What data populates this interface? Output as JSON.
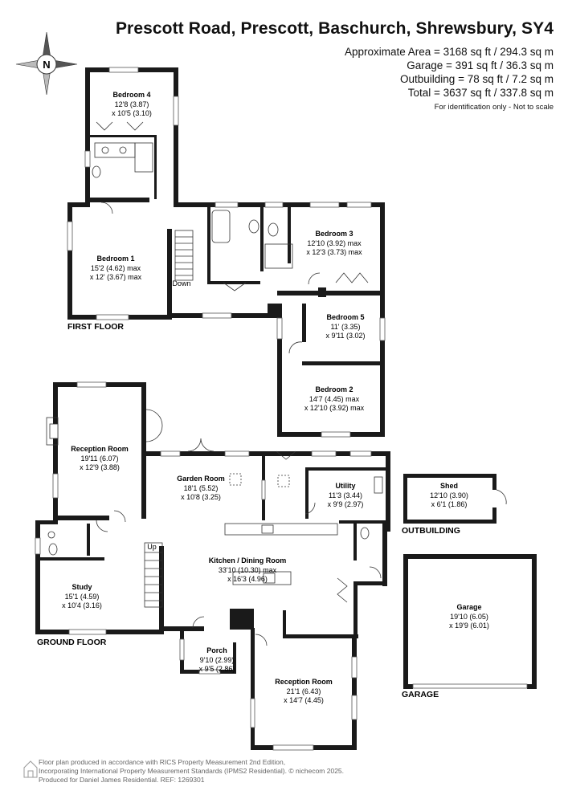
{
  "header": {
    "title": "Prescott Road, Prescott, Baschurch, Shrewsbury, SY4",
    "areas": [
      "Approximate Area = 3168 sq ft / 294.3 sq m",
      "Garage = 391 sq ft / 36.3 sq m",
      "Outbuilding = 78 sq ft / 7.2 sq m",
      "Total = 3637 sq ft / 337.8 sq m"
    ],
    "note": "For identification only - Not to scale"
  },
  "compass_letter": "N",
  "floors": {
    "first": "FIRST FLOOR",
    "ground": "GROUND FLOOR",
    "outbuilding": "OUTBUILDING",
    "garage": "GARAGE"
  },
  "rooms": {
    "bedroom4": {
      "name": "Bedroom 4",
      "dims": [
        "12'8 (3.87)",
        "x 10'5 (3.10)"
      ]
    },
    "bedroom1": {
      "name": "Bedroom 1",
      "dims": [
        "15'2 (4.62) max",
        "x 12' (3.67) max"
      ]
    },
    "bedroom3": {
      "name": "Bedroom 3",
      "dims": [
        "12'10 (3.92) max",
        "x 12'3 (3.73) max"
      ]
    },
    "bedroom5": {
      "name": "Bedroom 5",
      "dims": [
        "11' (3.35)",
        "x 9'11 (3.02)"
      ]
    },
    "bedroom2": {
      "name": "Bedroom 2",
      "dims": [
        "14'7 (4.45) max",
        "x 12'10 (3.92) max"
      ]
    },
    "reception1": {
      "name": "Reception Room",
      "dims": [
        "19'11 (6.07)",
        "x 12'9 (3.88)"
      ]
    },
    "garden_room": {
      "name": "Garden Room",
      "dims": [
        "18'1 (5.52)",
        "x 10'8 (3.25)"
      ]
    },
    "utility": {
      "name": "Utility",
      "dims": [
        "11'3 (3.44)",
        "x 9'9 (2.97)"
      ]
    },
    "shed": {
      "name": "Shed",
      "dims": [
        "12'10 (3.90)",
        "x 6'1 (1.86)"
      ]
    },
    "kitchen": {
      "name": "Kitchen / Dining Room",
      "dims": [
        "33'10 (10.30) max",
        "x 16'3 (4.96)"
      ]
    },
    "study": {
      "name": "Study",
      "dims": [
        "15'1 (4.59)",
        "x 10'4 (3.16)"
      ]
    },
    "garage": {
      "name": "Garage",
      "dims": [
        "19'10 (6.05)",
        "x 19'9 (6.01)"
      ]
    },
    "porch": {
      "name": "Porch",
      "dims": [
        "9'10 (2.99)",
        "x 9'5 (2.86)"
      ]
    },
    "reception2": {
      "name": "Reception Room",
      "dims": [
        "21'1 (6.43)",
        "x 14'7 (4.45)"
      ]
    }
  },
  "stairs": {
    "down": "Down",
    "up": "Up"
  },
  "footer": {
    "lines": [
      "Floor plan produced in accordance with RICS Property Measurement 2nd Edition,",
      "Incorporating International Property Measurement Standards (IPMS2 Residential).",
      "Produced for Daniel James Residential.   REF: 1269301"
    ],
    "copyright": "© nichecom 2025."
  }
}
